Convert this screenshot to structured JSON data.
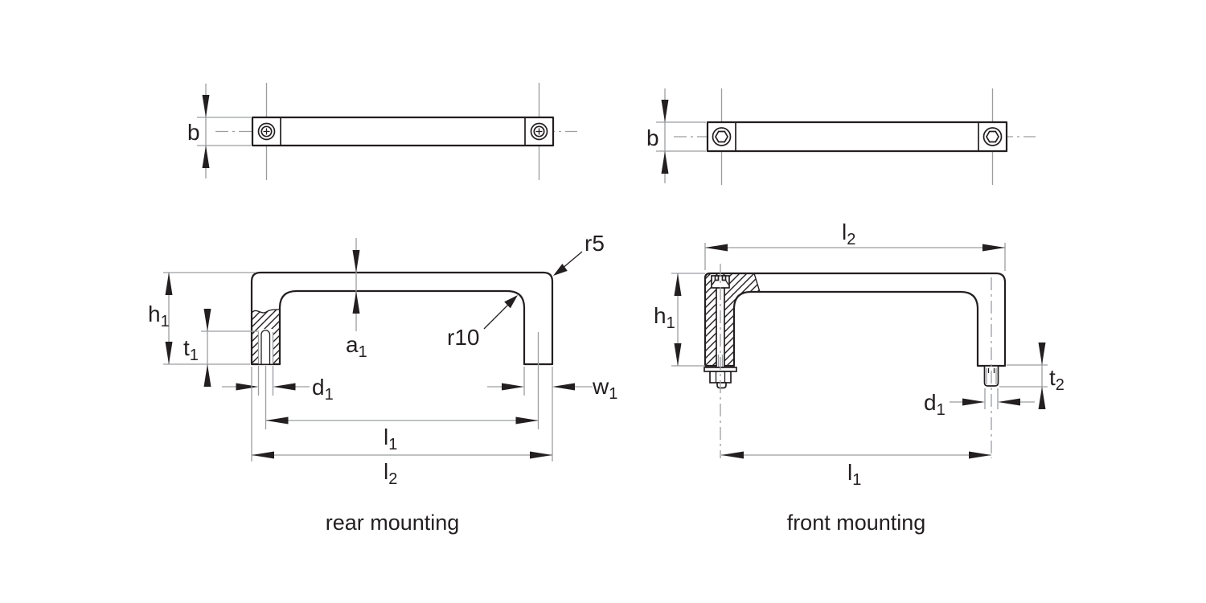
{
  "figure": {
    "type": "technical-drawing",
    "subject": "U-shaped pull handle, rear and front mounting versions, top views and sectioned side views"
  },
  "colors": {
    "ink": "#231f20",
    "thin_lines": "#9b9da1",
    "background": "#ffffff"
  },
  "captions": {
    "rear": "rear mounting",
    "front": "front mounting"
  },
  "labels": {
    "b_rear": {
      "main": "b",
      "sub": ""
    },
    "b_front": {
      "main": "b",
      "sub": ""
    },
    "h1_rear": {
      "main": "h",
      "sub": "1"
    },
    "t1_rear": {
      "main": "t",
      "sub": "1"
    },
    "a1_rear": {
      "main": "a",
      "sub": "1"
    },
    "d1_rear": {
      "main": "d",
      "sub": "1"
    },
    "w1_rear": {
      "main": "w",
      "sub": "1"
    },
    "l1_rear": {
      "main": "l",
      "sub": "1"
    },
    "l2_rear": {
      "main": "l",
      "sub": "2"
    },
    "r5_rear": {
      "main": "r5",
      "sub": ""
    },
    "r10_rear": {
      "main": "r10",
      "sub": ""
    },
    "l2_front": {
      "main": "l",
      "sub": "2"
    },
    "h1_front": {
      "main": "h",
      "sub": "1"
    },
    "t2_front": {
      "main": "t",
      "sub": "2"
    },
    "d1_front": {
      "main": "d",
      "sub": "1"
    },
    "l1_front": {
      "main": "l",
      "sub": "1"
    }
  }
}
